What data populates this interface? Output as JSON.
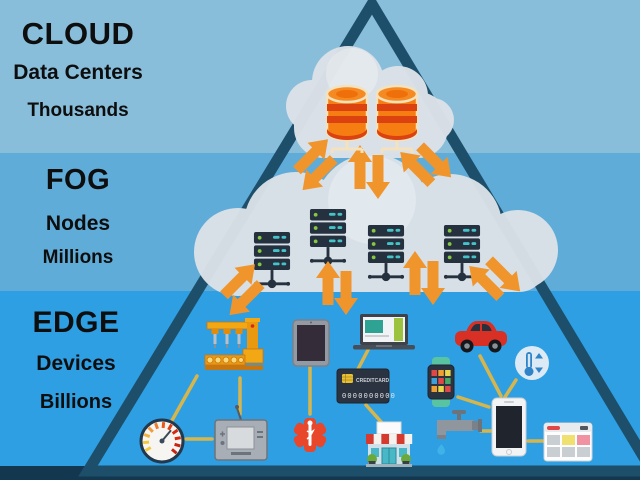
{
  "infographic": {
    "title_implied": "Cloud / Fog / Edge computing pyramid",
    "layers": [
      {
        "id": "cloud",
        "title": "CLOUD",
        "subtitle": "Data Centers",
        "scale": "Thousands"
      },
      {
        "id": "fog",
        "title": "FOG",
        "subtitle": "Nodes",
        "scale": "Millions"
      },
      {
        "id": "edge",
        "title": "EDGE",
        "subtitle": "Devices",
        "scale": "Billions"
      }
    ],
    "credit_card": {
      "brand": "CREDITCARD",
      "number": "0000000000"
    },
    "colors": {
      "band_cloud": "#89bedb",
      "band_fog": "#60acd8",
      "band_edge": "#2f9fe3",
      "footer_bar": "#143750",
      "pyramid_outline": "#1d4f6b",
      "cloud_fill": "#dce2e8",
      "arrow_orange": "#f0952c",
      "server_body": "#26313f",
      "server_teal": "#45c3c9",
      "server_green": "#86c940",
      "database_orange": "#f57d12",
      "database_red": "#dc420f",
      "database_outline": "#f3e2bd",
      "connection_line": "#d6b54c"
    },
    "icons": {
      "cloud_layer": [
        "database-server-icon",
        "database-server-icon"
      ],
      "fog_layer": [
        "server-rack-icon",
        "server-rack-icon",
        "server-rack-icon",
        "server-rack-icon"
      ],
      "data_flow": "double-orange-arrows",
      "edge_devices": [
        "factory-machine-icon",
        "tablet-icon",
        "laptop-icon",
        "car-icon",
        "temperature-sensor-icon",
        "credit-card-icon",
        "smartwatch-icon",
        "gauge-icon",
        "television-icon",
        "medical-star-icon",
        "store-icon",
        "faucet-icon",
        "smartphone-icon",
        "web-browser-icon"
      ]
    }
  }
}
